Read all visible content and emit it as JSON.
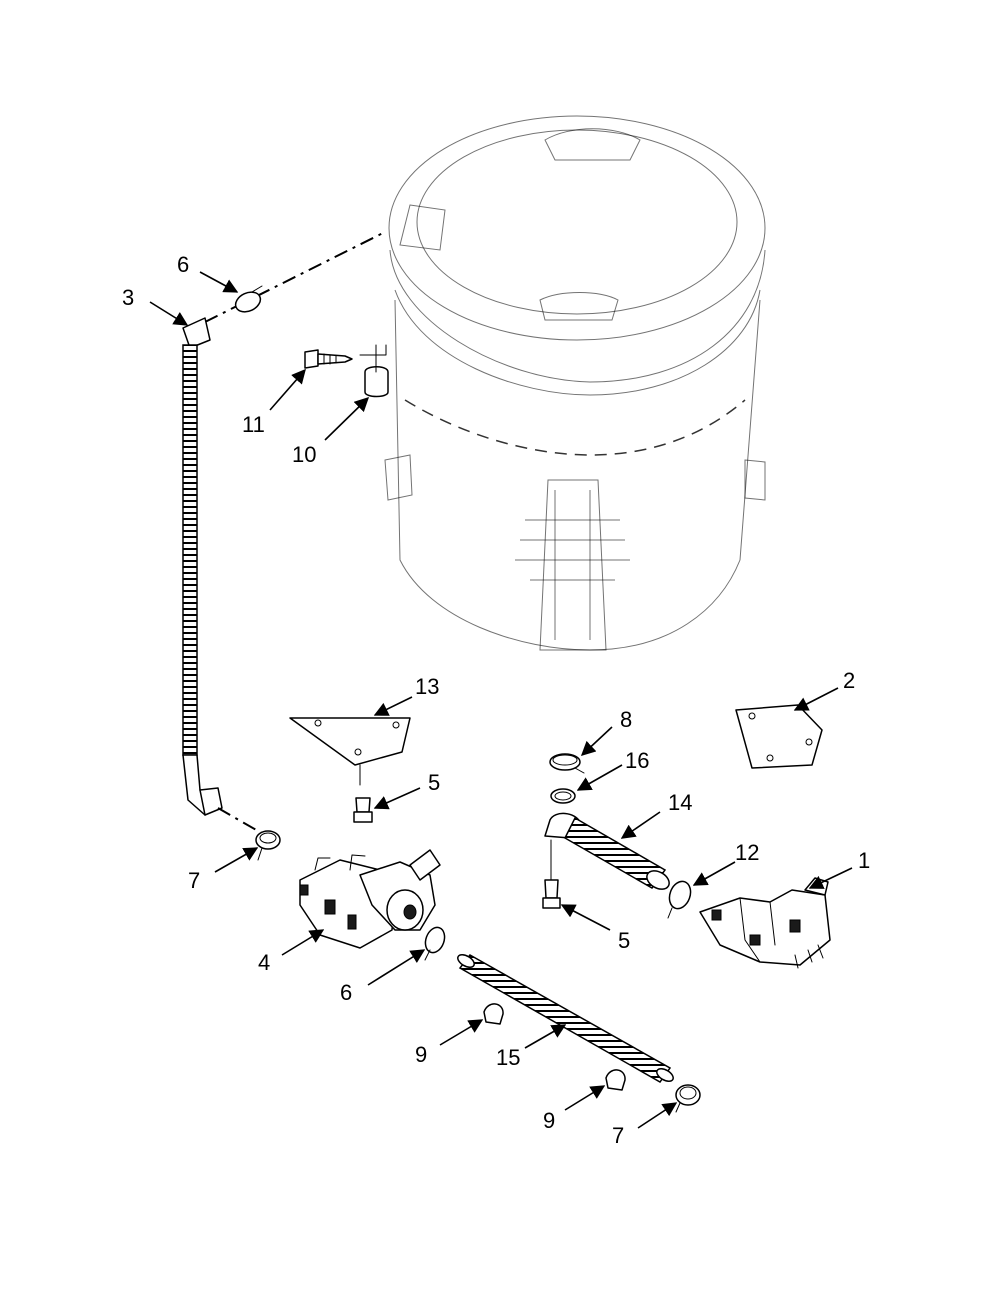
{
  "diagram": {
    "callouts": [
      {
        "id": "c1",
        "text": "1"
      },
      {
        "id": "c2",
        "text": "2"
      },
      {
        "id": "c3",
        "text": "3"
      },
      {
        "id": "c4",
        "text": "4"
      },
      {
        "id": "c5a",
        "text": "5"
      },
      {
        "id": "c5b",
        "text": "5"
      },
      {
        "id": "c6a",
        "text": "6"
      },
      {
        "id": "c6b",
        "text": "6"
      },
      {
        "id": "c7a",
        "text": "7"
      },
      {
        "id": "c7b",
        "text": "7"
      },
      {
        "id": "c8",
        "text": "8"
      },
      {
        "id": "c9a",
        "text": "9"
      },
      {
        "id": "c9b",
        "text": "9"
      },
      {
        "id": "c10",
        "text": "10"
      },
      {
        "id": "c11",
        "text": "11"
      },
      {
        "id": "c12",
        "text": "12"
      },
      {
        "id": "c13",
        "text": "13"
      },
      {
        "id": "c14",
        "text": "14"
      },
      {
        "id": "c15",
        "text": "15"
      },
      {
        "id": "c16",
        "text": "16"
      }
    ]
  }
}
